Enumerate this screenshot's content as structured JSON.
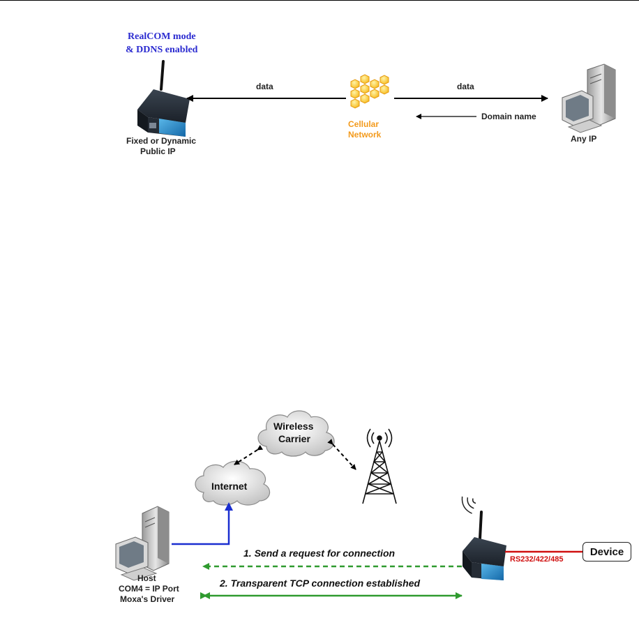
{
  "diagram1": {
    "mode_label_line1": "RealCOM mode",
    "mode_label_line2": "& DDNS enabled",
    "left_data": "data",
    "right_data": "data",
    "cellular_line1": "Cellular",
    "cellular_line2": "Network",
    "domain_name": "Domain name",
    "device_label_line1": "Fixed or Dynamic",
    "device_label_line2": "Public IP",
    "host_label": "Any IP"
  },
  "diagram2": {
    "wireless_line1": "Wireless",
    "wireless_line2": "Carrier",
    "internet": "Internet",
    "step1": "1. Send a request for connection",
    "step2": "2. Transparent TCP connection established",
    "host_line1": "Host",
    "host_line2": "COM4 = IP Port",
    "host_line3": "Moxa's Driver",
    "serial_label": "RS232/422/485",
    "device": "Device"
  },
  "colors": {
    "mode_label": "#2b2bd0",
    "cellular_text": "#f39a1c",
    "serial_red": "#d01010",
    "internet_blue": "#1a2ed0",
    "green_arrow": "#2f9a2f"
  },
  "icons": [
    "gateway-device-icon",
    "cellular-honeycomb-icon",
    "desktop-computer-icon",
    "cloud-icon",
    "cell-tower-icon",
    "wireless-signal-icon"
  ]
}
